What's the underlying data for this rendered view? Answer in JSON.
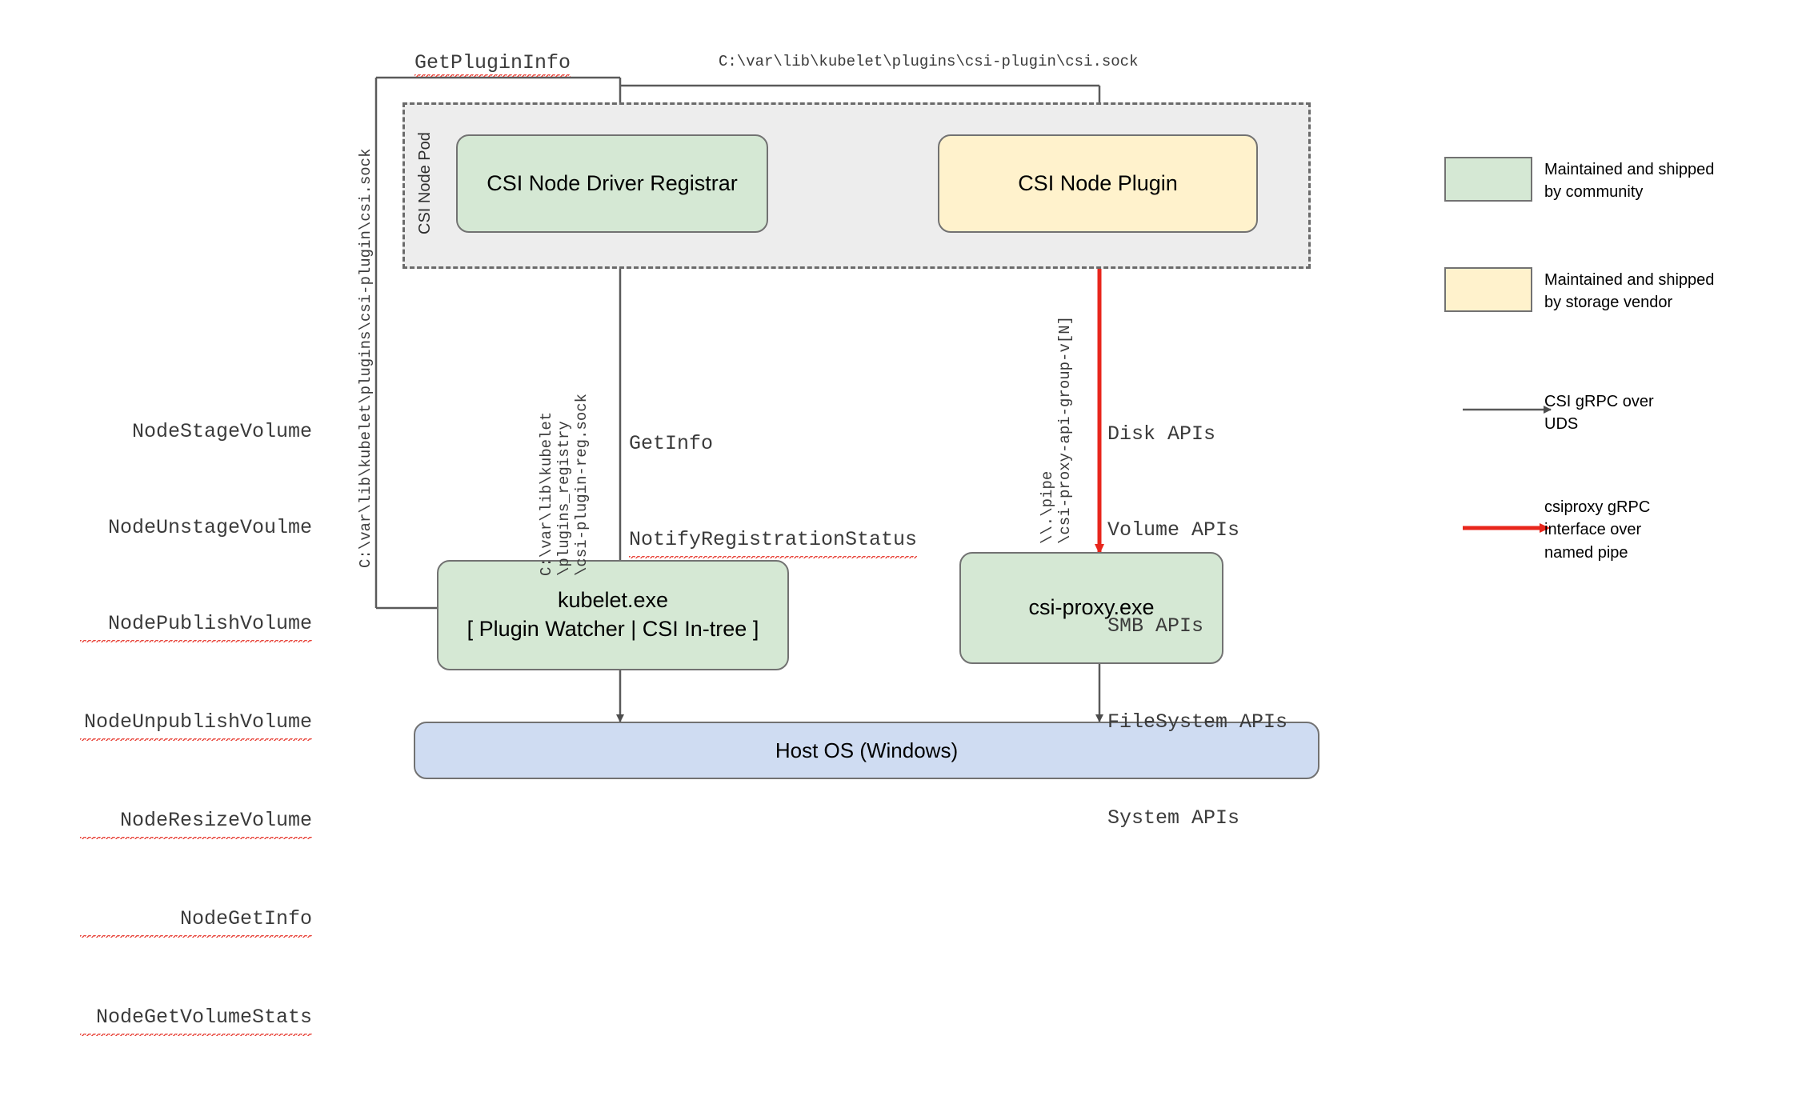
{
  "diagram": {
    "title": "CSI Proxy on Windows node architecture",
    "colors": {
      "community_green": "#d5e8d4",
      "vendor_yellow": "#fff2cc",
      "host_blue": "#cfdcf2",
      "pod_gray": "#ededed",
      "stroke_gray": "#727272",
      "arrow_gray": "#4d4d4d",
      "arrow_red": "#e8261c",
      "spellcheck_red": "#e8463c"
    }
  },
  "pod": {
    "label": "CSI Node Pod"
  },
  "nodes": {
    "registrar": {
      "label": "CSI Node Driver Registrar",
      "fill": "green"
    },
    "node_plugin": {
      "label": "CSI Node Plugin",
      "fill": "yellow"
    },
    "kubelet": {
      "line1": "kubelet.exe",
      "line2": "[ Plugin Watcher | CSI In-tree ]",
      "fill": "green"
    },
    "csi_proxy": {
      "label": "csi-proxy.exe",
      "fill": "green"
    },
    "host_os": {
      "label": "Host OS (Windows)",
      "fill": "blue"
    }
  },
  "edge_labels": {
    "get_plugin_info": "GetPluginInfo",
    "csi_sock_path_top": "C:\\var\\lib\\kubelet\\plugins\\csi-plugin\\csi.sock",
    "csi_sock_path_left": "C:\\var\\lib\\kubelet\\plugins\\csi-plugin\\csi.sock",
    "registry_sock_path": [
      "C:\\var\\lib\\kubelet",
      "\\plugins_registry",
      "\\csi-plugin-reg.sock"
    ],
    "named_pipe_path": [
      "\\\\.\\pipe",
      "\\csi-proxy-api-group-v[N]"
    ],
    "registration_calls": [
      {
        "text": "GetInfo",
        "spellcheck": false
      },
      {
        "text": "NotifyRegistrationStatus",
        "spellcheck": true
      }
    ]
  },
  "node_apis": [
    {
      "text": "NodeStageVolume",
      "spellcheck": false
    },
    {
      "text": "NodeUnstageVoulme",
      "spellcheck": false
    },
    {
      "text": "NodePublishVolume",
      "spellcheck": true
    },
    {
      "text": "NodeUnpublishVolume",
      "spellcheck": true
    },
    {
      "text": "NodeResizeVolume",
      "spellcheck": true
    },
    {
      "text": "NodeGetInfo",
      "spellcheck": true
    },
    {
      "text": "NodeGetVolumeStats",
      "spellcheck": true
    }
  ],
  "proxy_apis": [
    "Disk APIs",
    "Volume APIs",
    "SMB APIs",
    "FileSystem APIs",
    "System APIs"
  ],
  "legend": {
    "items": [
      {
        "kind": "swatch",
        "fill": "green",
        "label": "Maintained and shipped\nby community"
      },
      {
        "kind": "swatch",
        "fill": "yellow",
        "label": "Maintained and shipped\nby storage vendor"
      },
      {
        "kind": "arrow",
        "color": "gray",
        "label": "CSI gRPC over\nUDS"
      },
      {
        "kind": "arrow",
        "color": "red",
        "label": "csiproxy gRPC\ninterface over\nnamed pipe"
      }
    ]
  }
}
